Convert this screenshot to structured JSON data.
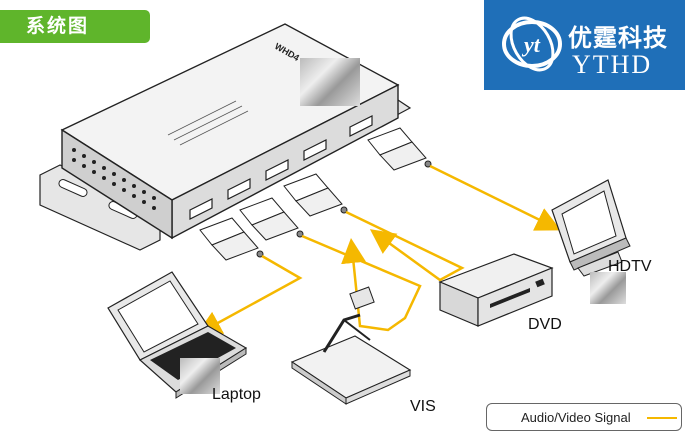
{
  "header": {
    "title": "系统图"
  },
  "logo": {
    "emblem_text": "yt",
    "name_cn": "优霆科技",
    "name_en": "YTHD"
  },
  "device": {
    "model": "WHD4"
  },
  "labels": {
    "laptop": "Laptop",
    "vis": "VIS",
    "dvd": "DVD",
    "hdtv": "HDTV"
  },
  "legend": {
    "label": "Audio/Video Signal"
  },
  "colors": {
    "signal": "#f5b800",
    "title_bg": "#5fb52b",
    "logo_bg": "#1f6fb8"
  },
  "icons": [
    "switcher-device",
    "hdmi-plug",
    "laptop",
    "visual-presenter",
    "dvd-player",
    "hdtv-monitor",
    "signal-arrow"
  ]
}
